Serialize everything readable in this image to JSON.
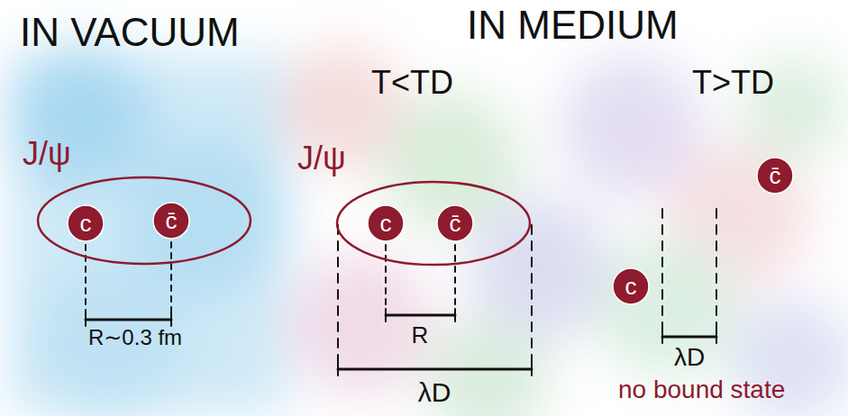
{
  "diagram": {
    "nodes": [
      {
        "text": [
          "J/ψ"
        ]
      },
      {
        "text": [
          "c"
        ],
        "in": 0
      },
      {
        "text": [
          "c̄"
        ],
        "in": 0
      },
      {
        "text": [
          "J/ψ"
        ]
      },
      {
        "text": [
          "c"
        ],
        "in": 3
      },
      {
        "text": [
          "c̄"
        ],
        "in": 3
      },
      {
        "text": [
          "c̄"
        ]
      },
      {
        "text": [
          "c"
        ]
      }
    ],
    "labels": [
      "IN VACUUM",
      "IN MEDIUM",
      "T<TD",
      "T>TD",
      "R∼0.3 fm",
      "R",
      "λD",
      "λD",
      "no bound state"
    ]
  }
}
